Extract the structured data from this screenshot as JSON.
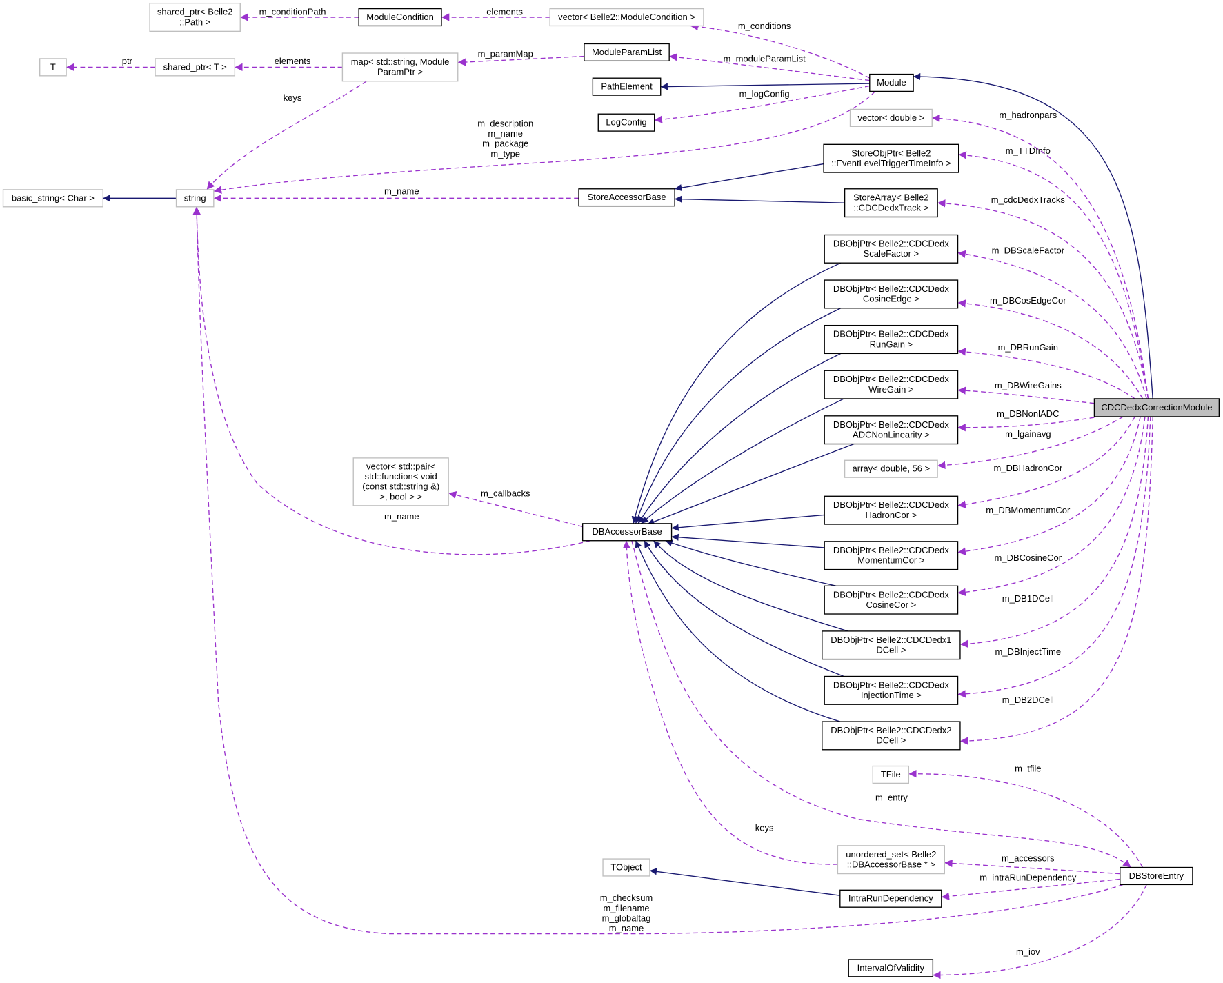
{
  "title": "CDCDedxCorrectionModule collaboration diagram",
  "colors": {
    "inherit_edge": "#191970",
    "usage_edge": "#9a32cd",
    "focus_fill": "#bfbfbf"
  },
  "nodes": {
    "sp_path": [
      "shared_ptr< Belle2",
      "::Path >"
    ],
    "modcond": [
      "ModuleCondition"
    ],
    "vec_modcond": [
      "vector< Belle2::ModuleCondition >"
    ],
    "T": [
      "T"
    ],
    "sp_T": [
      "shared_ptr< T >"
    ],
    "map": [
      "map< std::string, Module",
      "ParamPtr >"
    ],
    "modparamlist": [
      "ModuleParamList"
    ],
    "module": [
      "Module"
    ],
    "pathelem": [
      "PathElement"
    ],
    "logconfig": [
      "LogConfig"
    ],
    "vec_double": [
      "vector< double >"
    ],
    "storeobjptr": [
      "StoreObjPtr< Belle2",
      "::EventLevelTriggerTimeInfo >"
    ],
    "basic_string": [
      "basic_string< Char >"
    ],
    "string": [
      "string"
    ],
    "storeaccessor": [
      "StoreAccessorBase"
    ],
    "storearray": [
      "StoreArray< Belle2",
      "::CDCDedxTrack >"
    ],
    "dbscale": [
      "DBObjPtr< Belle2::CDCDedx",
      "ScaleFactor >"
    ],
    "dbcosedge": [
      "DBObjPtr< Belle2::CDCDedx",
      "CosineEdge >"
    ],
    "dbrungain": [
      "DBObjPtr< Belle2::CDCDedx",
      "RunGain >"
    ],
    "dbwiregain": [
      "DBObjPtr< Belle2::CDCDedx",
      "WireGain >"
    ],
    "dbadc": [
      "DBObjPtr< Belle2::CDCDedx",
      "ADCNonLinearity >"
    ],
    "array56": [
      "array< double, 56 >"
    ],
    "dbhadron": [
      "DBObjPtr< Belle2::CDCDedx",
      "HadronCor >"
    ],
    "dbmomentum": [
      "DBObjPtr< Belle2::CDCDedx",
      "MomentumCor >"
    ],
    "dbcosine": [
      "DBObjPtr< Belle2::CDCDedx",
      "CosineCor >"
    ],
    "db1dcell": [
      "DBObjPtr< Belle2::CDCDedx1",
      "DCell >"
    ],
    "dbinject": [
      "DBObjPtr< Belle2::CDCDedx",
      "InjectionTime >"
    ],
    "db2dcell": [
      "DBObjPtr< Belle2::CDCDedx2",
      "DCell >"
    ],
    "vec_pair": [
      "vector< std::pair<",
      "std::function< void",
      "(const std::string &)",
      ">, bool > >"
    ],
    "dbaccessor": [
      "DBAccessorBase"
    ],
    "cdc": [
      "CDCDedxCorrectionModule"
    ],
    "tfile": [
      "TFile"
    ],
    "tobject": [
      "TObject"
    ],
    "unordered": [
      "unordered_set< Belle2",
      "::DBAccessorBase * >"
    ],
    "dbstoreentry": [
      "DBStoreEntry"
    ],
    "intrarun": [
      "IntraRunDependency"
    ],
    "iov": [
      "IntervalOfValidity"
    ]
  },
  "edges": [
    {
      "id": "e0",
      "from": "string",
      "to": "basic_string",
      "kind": "inherit",
      "label": []
    },
    {
      "id": "e1",
      "from": "module",
      "to": "pathelem",
      "kind": "inherit",
      "label": []
    },
    {
      "id": "e2",
      "from": "storeobjptr",
      "to": "storeaccessor",
      "kind": "inherit",
      "label": []
    },
    {
      "id": "e3",
      "from": "storearray",
      "to": "storeaccessor",
      "kind": "inherit",
      "label": []
    },
    {
      "id": "e4",
      "from": "cdc",
      "to": "module",
      "kind": "inherit",
      "label": []
    },
    {
      "id": "e5",
      "from": "intrarun",
      "to": "tobject",
      "kind": "inherit",
      "label": []
    },
    {
      "id": "i1",
      "from": "dbscale",
      "to": "dbaccessor",
      "kind": "inherit",
      "label": []
    },
    {
      "id": "i2",
      "from": "dbcosedge",
      "to": "dbaccessor",
      "kind": "inherit",
      "label": []
    },
    {
      "id": "i3",
      "from": "dbrungain",
      "to": "dbaccessor",
      "kind": "inherit",
      "label": []
    },
    {
      "id": "i4",
      "from": "dbwiregain",
      "to": "dbaccessor",
      "kind": "inherit",
      "label": []
    },
    {
      "id": "i5",
      "from": "dbadc",
      "to": "dbaccessor",
      "kind": "inherit",
      "label": []
    },
    {
      "id": "i6",
      "from": "dbhadron",
      "to": "dbaccessor",
      "kind": "inherit",
      "label": []
    },
    {
      "id": "i7",
      "from": "dbmomentum",
      "to": "dbaccessor",
      "kind": "inherit",
      "label": []
    },
    {
      "id": "i8",
      "from": "dbcosine",
      "to": "dbaccessor",
      "kind": "inherit",
      "label": []
    },
    {
      "id": "i9",
      "from": "db1dcell",
      "to": "dbaccessor",
      "kind": "inherit",
      "label": []
    },
    {
      "id": "i10",
      "from": "dbinject",
      "to": "dbaccessor",
      "kind": "inherit",
      "label": []
    },
    {
      "id": "i11",
      "from": "db2dcell",
      "to": "dbaccessor",
      "kind": "inherit",
      "label": []
    },
    {
      "id": "u1",
      "from": "modcond",
      "to": "sp_path",
      "kind": "use",
      "label": [
        "m_conditionPath"
      ]
    },
    {
      "id": "u2",
      "from": "vec_modcond",
      "to": "modcond",
      "kind": "use",
      "label": [
        "elements"
      ]
    },
    {
      "id": "u3",
      "from": "module",
      "to": "vec_modcond",
      "kind": "use",
      "label": [
        "m_conditions"
      ]
    },
    {
      "id": "u4",
      "from": "module",
      "to": "modparamlist",
      "kind": "use",
      "label": [
        "m_moduleParamList"
      ]
    },
    {
      "id": "u5",
      "from": "modparamlist",
      "to": "map",
      "kind": "use",
      "label": [
        "m_paramMap"
      ]
    },
    {
      "id": "u6",
      "from": "map",
      "to": "sp_T",
      "kind": "use",
      "label": [
        "elements"
      ]
    },
    {
      "id": "u7",
      "from": "sp_T",
      "to": "T",
      "kind": "use",
      "label": [
        "ptr"
      ]
    },
    {
      "id": "u8",
      "from": "map",
      "to": "string",
      "kind": "use",
      "label": [
        "keys"
      ]
    },
    {
      "id": "u9",
      "from": "module",
      "to": "logconfig",
      "kind": "use",
      "label": [
        "m_logConfig"
      ]
    },
    {
      "id": "u10",
      "from": "module",
      "to": "string",
      "kind": "use",
      "label": [
        "m_description",
        "m_name",
        "m_package",
        "m_type"
      ]
    },
    {
      "id": "u11",
      "from": "storeaccessor",
      "to": "string",
      "kind": "use",
      "label": [
        "m_name"
      ]
    },
    {
      "id": "c1",
      "from": "cdc",
      "to": "vec_double",
      "kind": "use",
      "label": [
        "m_hadronpars"
      ]
    },
    {
      "id": "c2",
      "from": "cdc",
      "to": "storeobjptr",
      "kind": "use",
      "label": [
        "m_TTDInfo"
      ]
    },
    {
      "id": "c3",
      "from": "cdc",
      "to": "storearray",
      "kind": "use",
      "label": [
        "m_cdcDedxTracks"
      ]
    },
    {
      "id": "c4",
      "from": "cdc",
      "to": "dbscale",
      "kind": "use",
      "label": [
        "m_DBScaleFactor"
      ]
    },
    {
      "id": "c5",
      "from": "cdc",
      "to": "dbcosedge",
      "kind": "use",
      "label": [
        "m_DBCosEdgeCor"
      ]
    },
    {
      "id": "c6",
      "from": "cdc",
      "to": "dbrungain",
      "kind": "use",
      "label": [
        "m_DBRunGain"
      ]
    },
    {
      "id": "c7",
      "from": "cdc",
      "to": "dbwiregain",
      "kind": "use",
      "label": [
        "m_DBWireGains"
      ]
    },
    {
      "id": "c8",
      "from": "cdc",
      "to": "dbadc",
      "kind": "use",
      "label": [
        "m_DBNonlADC"
      ]
    },
    {
      "id": "c9",
      "from": "cdc",
      "to": "array56",
      "kind": "use",
      "label": [
        "m_lgainavg"
      ]
    },
    {
      "id": "c10",
      "from": "cdc",
      "to": "dbhadron",
      "kind": "use",
      "label": [
        "m_DBHadronCor"
      ]
    },
    {
      "id": "c11",
      "from": "cdc",
      "to": "dbmomentum",
      "kind": "use",
      "label": [
        "m_DBMomentumCor"
      ]
    },
    {
      "id": "c12",
      "from": "cdc",
      "to": "dbcosine",
      "kind": "use",
      "label": [
        "m_DBCosineCor"
      ]
    },
    {
      "id": "c13",
      "from": "cdc",
      "to": "db1dcell",
      "kind": "use",
      "label": [
        "m_DB1DCell"
      ]
    },
    {
      "id": "c14",
      "from": "cdc",
      "to": "dbinject",
      "kind": "use",
      "label": [
        "m_DBInjectTime"
      ]
    },
    {
      "id": "c15",
      "from": "cdc",
      "to": "db2dcell",
      "kind": "use",
      "label": [
        "m_DB2DCell"
      ]
    },
    {
      "id": "d1",
      "from": "dbaccessor",
      "to": "vec_pair",
      "kind": "use",
      "label": [
        "m_callbacks"
      ]
    },
    {
      "id": "d2",
      "from": "dbaccessor",
      "to": "string",
      "kind": "use",
      "label": [
        "m_name"
      ]
    },
    {
      "id": "d3",
      "from": "dbstoreentry",
      "to": "tfile",
      "kind": "use",
      "label": [
        "m_tfile"
      ]
    },
    {
      "id": "d4",
      "from": "dbaccessor",
      "to": "dbstoreentry",
      "kind": "use",
      "label": [
        "m_entry"
      ]
    },
    {
      "id": "d5",
      "from": "unordered",
      "to": "dbaccessor",
      "kind": "use",
      "label": [
        "keys"
      ]
    },
    {
      "id": "d6",
      "from": "dbstoreentry",
      "to": "unordered",
      "kind": "use",
      "label": [
        "m_accessors"
      ]
    },
    {
      "id": "d7",
      "from": "dbstoreentry",
      "to": "intrarun",
      "kind": "use",
      "label": [
        "m_intraRunDependency"
      ]
    },
    {
      "id": "d8",
      "from": "dbstoreentry",
      "to": "string",
      "kind": "use",
      "label": [
        "m_checksum",
        "m_filename",
        "m_globaltag",
        "m_name"
      ]
    },
    {
      "id": "d9",
      "from": "dbstoreentry",
      "to": "iov",
      "kind": "use",
      "label": [
        "m_iov"
      ]
    }
  ]
}
